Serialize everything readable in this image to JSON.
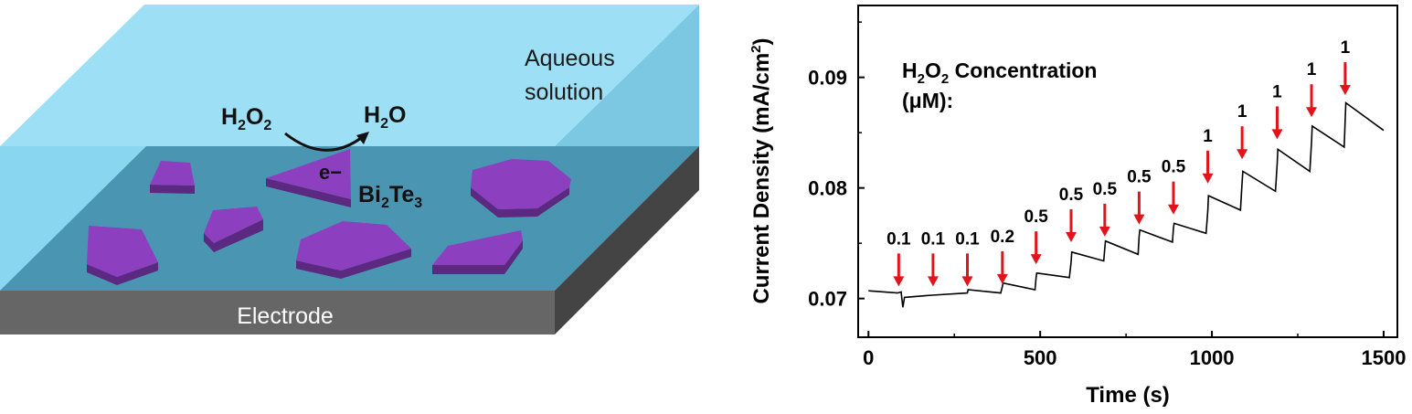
{
  "schematic": {
    "aqueous_label_line1": "Aqueous",
    "aqueous_label_line2": "solution",
    "electrode_label": "Electrode",
    "reactant": "H2O2",
    "product": "H2O",
    "electron": "e−",
    "material": "Bi2Te3",
    "colors": {
      "solution_top": "#9de0f6",
      "solution_front": "#88d6f0",
      "solution_side": "#7cc7e2",
      "film": "#4a96b2",
      "flake_top": "#8c3fbf",
      "flake_side": "#5b2a80",
      "electrode_front": "#666666",
      "electrode_side": "#444444",
      "arrow_text": "#111111"
    }
  },
  "chart_data": {
    "type": "line",
    "xlabel": "Time (s)",
    "ylabel": "Current Density (mA/cm²)",
    "xlim": [
      -30,
      1540
    ],
    "ylim": [
      0.0665,
      0.0965
    ],
    "xticks": [
      0,
      500,
      1000,
      1500
    ],
    "yticks": [
      0.07,
      0.08,
      0.09
    ],
    "ytick_labels": [
      "0.07",
      "0.08",
      "0.09"
    ],
    "legend_title_line1": "H2O2 Concentration",
    "legend_title_line2": "(μM):",
    "series_color": "#000000",
    "arrow_color": "#e0141a",
    "additions": [
      {
        "t": 88,
        "conc": "0.1",
        "tip": 0.0711
      },
      {
        "t": 188,
        "conc": "0.1",
        "tip": 0.0711
      },
      {
        "t": 288,
        "conc": "0.1",
        "tip": 0.0711
      },
      {
        "t": 390,
        "conc": "0.2",
        "tip": 0.0713
      },
      {
        "t": 488,
        "conc": "0.5",
        "tip": 0.0731
      },
      {
        "t": 590,
        "conc": "0.5",
        "tip": 0.0751
      },
      {
        "t": 688,
        "conc": "0.5",
        "tip": 0.0756
      },
      {
        "t": 788,
        "conc": "0.5",
        "tip": 0.0767
      },
      {
        "t": 888,
        "conc": "0.5",
        "tip": 0.0776
      },
      {
        "t": 988,
        "conc": "1",
        "tip": 0.0804
      },
      {
        "t": 1088,
        "conc": "1",
        "tip": 0.0826
      },
      {
        "t": 1190,
        "conc": "1",
        "tip": 0.0844
      },
      {
        "t": 1290,
        "conc": "1",
        "tip": 0.0864
      },
      {
        "t": 1388,
        "conc": "1",
        "tip": 0.0884
      }
    ],
    "trace": [
      [
        0,
        0.0707
      ],
      [
        85,
        0.0705
      ],
      [
        95,
        0.0706
      ],
      [
        100,
        0.0692
      ],
      [
        105,
        0.0701
      ],
      [
        185,
        0.0703
      ],
      [
        288,
        0.0705
      ],
      [
        290,
        0.0708
      ],
      [
        385,
        0.0705
      ],
      [
        390,
        0.0711
      ],
      [
        392,
        0.0714
      ],
      [
        485,
        0.0708
      ],
      [
        488,
        0.0719
      ],
      [
        490,
        0.0723
      ],
      [
        585,
        0.0719
      ],
      [
        590,
        0.0733
      ],
      [
        592,
        0.0742
      ],
      [
        685,
        0.0734
      ],
      [
        688,
        0.0745
      ],
      [
        690,
        0.0752
      ],
      [
        785,
        0.074
      ],
      [
        788,
        0.0756
      ],
      [
        790,
        0.0762
      ],
      [
        885,
        0.0751
      ],
      [
        888,
        0.0764
      ],
      [
        890,
        0.0768
      ],
      [
        983,
        0.0759
      ],
      [
        988,
        0.078
      ],
      [
        990,
        0.0793
      ],
      [
        1083,
        0.078
      ],
      [
        1088,
        0.0805
      ],
      [
        1090,
        0.0815
      ],
      [
        1185,
        0.0797
      ],
      [
        1190,
        0.0822
      ],
      [
        1192,
        0.0835
      ],
      [
        1285,
        0.0815
      ],
      [
        1290,
        0.0842
      ],
      [
        1292,
        0.0856
      ],
      [
        1385,
        0.0837
      ],
      [
        1388,
        0.0862
      ],
      [
        1390,
        0.0877
      ],
      [
        1500,
        0.0852
      ]
    ]
  }
}
